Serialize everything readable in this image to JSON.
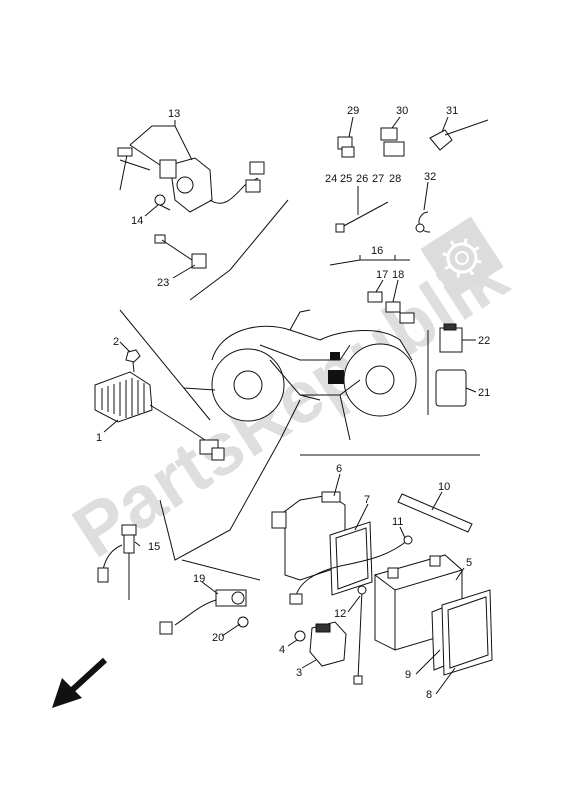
{
  "watermark": {
    "text": "PartsRepublik"
  },
  "callouts": {
    "c1": "1",
    "c2": "2",
    "c3": "3",
    "c4": "4",
    "c5": "5",
    "c6": "6",
    "c7": "7",
    "c8": "8",
    "c9": "9",
    "c10": "10",
    "c11": "11",
    "c12": "12",
    "c13": "13",
    "c14": "14",
    "c15": "15",
    "c16": "16",
    "c17": "17",
    "c18": "18",
    "c19": "19",
    "c20": "20",
    "c21": "21",
    "c22": "22",
    "c23": "23",
    "c24": "24",
    "c25": "25",
    "c26": "26",
    "c27": "27",
    "c28": "28",
    "c29": "29",
    "c30": "30",
    "c31": "31",
    "c32": "32"
  },
  "icons": {
    "watermark_gear": "gear-icon",
    "direction_arrow": "front-arrow-icon"
  }
}
